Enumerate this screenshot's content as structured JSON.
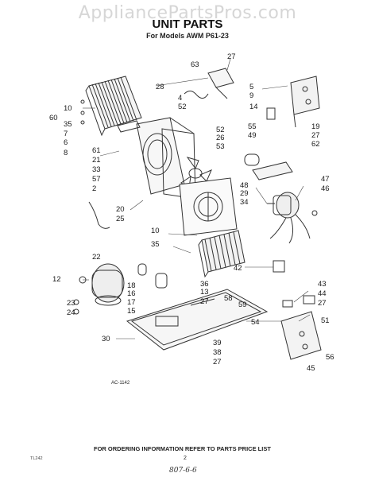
{
  "watermark": "AppliancePartsPros.com",
  "title": "UNIT PARTS",
  "subtitle": "For Models AWM P61-23",
  "diagram_ref": "AC-1142",
  "footer_text": "FOR ORDERING INFORMATION REFER TO PARTS PRICE LIST",
  "page_number": "2",
  "handwritten_note": "807-6-6",
  "corner_code": "TL242",
  "callouts": [
    "27",
    "28",
    "63",
    "5",
    "9",
    "4",
    "52",
    "14",
    "10",
    "60",
    "35",
    "7",
    "6",
    "8",
    "61",
    "21",
    "33",
    "57",
    "2",
    "20",
    "25",
    "52",
    "26",
    "53",
    "55",
    "49",
    "19",
    "27",
    "62",
    "48",
    "29",
    "34",
    "47",
    "46",
    "10",
    "35",
    "22",
    "12",
    "18",
    "16",
    "17",
    "15",
    "23",
    "24",
    "42",
    "36",
    "13",
    "27",
    "58",
    "59",
    "43",
    "44",
    "27",
    "54",
    "51",
    "56",
    "30",
    "39",
    "38",
    "27",
    "45"
  ]
}
